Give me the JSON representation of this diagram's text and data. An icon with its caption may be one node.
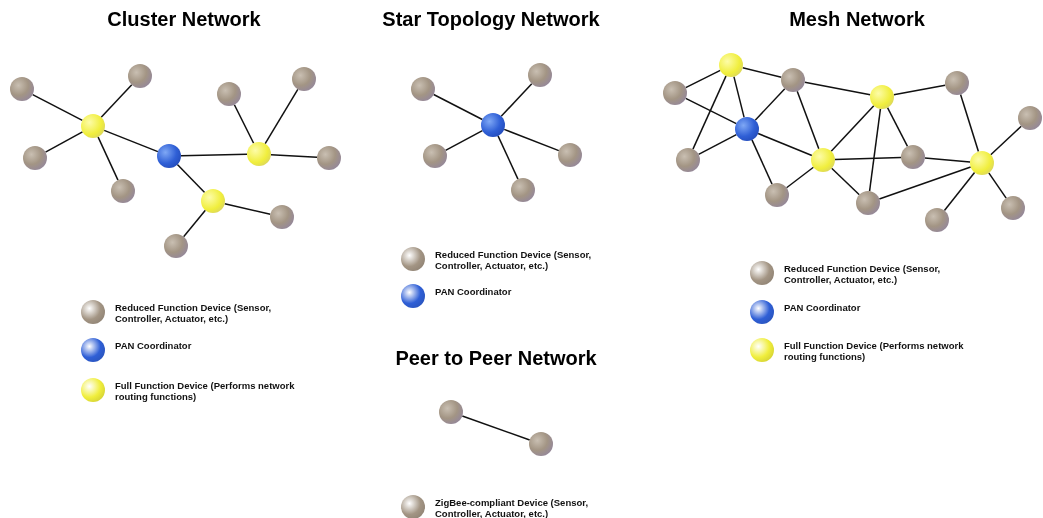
{
  "diagram": {
    "nodes": [
      {
        "text": [],
        "shape": "circle"
      },
      {
        "text": [],
        "shape": "circle"
      },
      {
        "text": [],
        "shape": "circle"
      },
      {
        "text": [],
        "shape": "circle"
      },
      {
        "text": [],
        "shape": "circle"
      },
      {
        "text": [],
        "shape": "circle"
      },
      {
        "text": [],
        "shape": "circle"
      },
      {
        "text": [],
        "shape": "circle"
      },
      {
        "text": [],
        "shape": "circle"
      },
      {
        "text": [],
        "shape": "circle"
      },
      {
        "text": [],
        "shape": "circle"
      },
      {
        "text": [],
        "shape": "circle"
      },
      {
        "text": [],
        "shape": "circle"
      },
      {
        "text": [],
        "shape": "circle"
      },
      {
        "text": [],
        "shape": "circle"
      },
      {
        "text": [],
        "shape": "circle"
      },
      {
        "text": [],
        "shape": "circle"
      },
      {
        "text": [],
        "shape": "circle"
      },
      {
        "text": [],
        "shape": "circle"
      },
      {
        "text": [],
        "shape": "circle"
      },
      {
        "text": [],
        "shape": "circle"
      },
      {
        "text": [],
        "shape": "circle"
      },
      {
        "text": [],
        "shape": "circle"
      },
      {
        "text": [],
        "shape": "circle"
      },
      {
        "text": [],
        "shape": "circle"
      },
      {
        "text": [],
        "shape": "circle"
      },
      {
        "text": [],
        "shape": "circle"
      },
      {
        "text": [],
        "shape": "circle"
      },
      {
        "text": [],
        "shape": "circle"
      },
      {
        "text": [],
        "shape": "circle"
      },
      {
        "text": [],
        "shape": "circle"
      },
      {
        "text": [],
        "shape": "circle"
      },
      {
        "text": [],
        "shape": "circle"
      },
      {
        "text": [],
        "shape": "circle"
      },
      {
        "text": [],
        "shape": "circle"
      },
      {
        "text": [],
        "shape": "circle"
      }
    ],
    "edges": [
      {
        "from": 0,
        "to": 2,
        "arrow": "none"
      },
      {
        "from": 4,
        "to": 2,
        "arrow": "none"
      },
      {
        "from": 1,
        "to": 2,
        "arrow": "none"
      },
      {
        "from": 3,
        "to": 2,
        "arrow": "none"
      },
      {
        "from": 2,
        "to": 5,
        "arrow": "none"
      },
      {
        "from": 5,
        "to": 9,
        "arrow": "none"
      },
      {
        "from": 8,
        "to": 9,
        "arrow": "none"
      },
      {
        "from": 11,
        "to": 9,
        "arrow": "none"
      },
      {
        "from": 12,
        "to": 9,
        "arrow": "none"
      },
      {
        "from": 5,
        "to": 7,
        "arrow": "none"
      },
      {
        "from": 10,
        "to": 7,
        "arrow": "none"
      },
      {
        "from": 6,
        "to": 7,
        "arrow": "none"
      },
      {
        "from": 13,
        "to": 15,
        "arrow": "none"
      },
      {
        "from": 14,
        "to": 15,
        "arrow": "none"
      },
      {
        "from": 15,
        "to": 16,
        "arrow": "none"
      },
      {
        "from": 15,
        "to": 17,
        "arrow": "none"
      },
      {
        "from": 15,
        "to": 18,
        "arrow": "none"
      },
      {
        "from": 19,
        "to": 21,
        "arrow": "none"
      },
      {
        "from": 19,
        "to": 22,
        "arrow": "none"
      },
      {
        "from": 21,
        "to": 20,
        "arrow": "none"
      },
      {
        "from": 22,
        "to": 20,
        "arrow": "none"
      },
      {
        "from": 21,
        "to": 22,
        "arrow": "none"
      },
      {
        "from": 21,
        "to": 24,
        "arrow": "none"
      },
      {
        "from": 24,
        "to": 22,
        "arrow": "none"
      },
      {
        "from": 24,
        "to": 25,
        "arrow": "none"
      },
      {
        "from": 24,
        "to": 27,
        "arrow": "none"
      },
      {
        "from": 22,
        "to": 25,
        "arrow": "none"
      },
      {
        "from": 22,
        "to": 23,
        "arrow": "none"
      },
      {
        "from": 23,
        "to": 25,
        "arrow": "none"
      },
      {
        "from": 25,
        "to": 27,
        "arrow": "none"
      },
      {
        "from": 25,
        "to": 28,
        "arrow": "none"
      },
      {
        "from": 28,
        "to": 31,
        "arrow": "none"
      },
      {
        "from": 25,
        "to": 26,
        "arrow": "none"
      },
      {
        "from": 27,
        "to": 26,
        "arrow": "none"
      },
      {
        "from": 27,
        "to": 28,
        "arrow": "none"
      },
      {
        "from": 27,
        "to": 30,
        "arrow": "none"
      },
      {
        "from": 30,
        "to": 31,
        "arrow": "none"
      },
      {
        "from": 26,
        "to": 31,
        "arrow": "none"
      },
      {
        "from": 31,
        "to": 33,
        "arrow": "none"
      },
      {
        "from": 31,
        "to": 29,
        "arrow": "none"
      },
      {
        "from": 31,
        "to": 32,
        "arrow": "none"
      },
      {
        "from": 34,
        "to": 35,
        "arrow": "none"
      }
    ],
    "labels": [
      "Cluster Network",
      "Star Topology Network",
      "Mesh Network",
      "Peer to Peer Network"
    ],
    "legend": [
      {
        "text": "Reduced Function Device (Sensor, Controller, Actuator, etc.)",
        "color": "#a39584"
      },
      {
        "text": "PAN Coordinator",
        "color": "#2f5fd6"
      },
      {
        "text": "Full Function Device (Performs network routing functions)",
        "color": "#f0ee3c"
      },
      {
        "text": "Reduced Function Device (Sensor, Controller, Actuator, etc.)",
        "color": "#a39584"
      },
      {
        "text": "PAN Coordinator",
        "color": "#2f5fd6"
      },
      {
        "text": "Reduced Function Device (Sensor, Controller, Actuator, etc.)",
        "color": "#a39584"
      },
      {
        "text": "PAN Coordinator",
        "color": "#2f5fd6"
      },
      {
        "text": "Full Function Device (Performs network routing functions)",
        "color": "#f0ee3c"
      },
      {
        "text": "ZigBee-compliant Device (Sensor, Controller, Actuator, etc.)",
        "color": "#a39584"
      }
    ]
  }
}
